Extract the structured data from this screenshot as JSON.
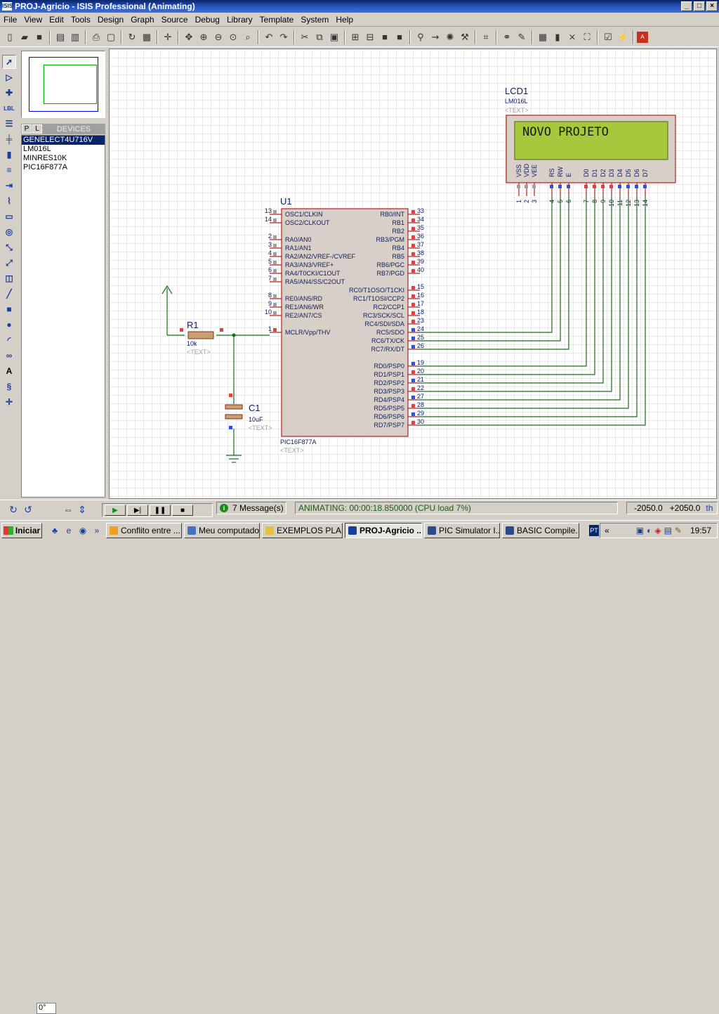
{
  "window": {
    "title": "PROJ-Agricio - ISIS Professional (Animating)",
    "icon_label": "ISIS"
  },
  "menu": [
    "File",
    "View",
    "Edit",
    "Tools",
    "Design",
    "Graph",
    "Source",
    "Debug",
    "Library",
    "Template",
    "System",
    "Help"
  ],
  "device_panel": {
    "tabs": [
      "P",
      "L"
    ],
    "title": "DEVICES",
    "items": [
      "GENELECT4U716V",
      "LM016L",
      "MINRES10K",
      "PIC16F877A"
    ],
    "selected_index": 0
  },
  "schematic": {
    "lcd": {
      "ref": "LCD1",
      "part": "LM016L",
      "text_tag": "<TEXT>",
      "display_text": "NOVO PROJETO",
      "pin_names": [
        "VSS",
        "VDD",
        "VEE",
        "RS",
        "RW",
        "E",
        "D0",
        "D1",
        "D2",
        "D3",
        "D4",
        "D5",
        "D6",
        "D7"
      ],
      "pin_numbers": [
        "1",
        "2",
        "3",
        "4",
        "5",
        "6",
        "7",
        "8",
        "9",
        "10",
        "11",
        "12",
        "13",
        "14"
      ]
    },
    "mcu": {
      "ref": "U1",
      "part": "PIC16F877A",
      "text_tag": "<TEXT>",
      "left_pins": [
        {
          "num": "13",
          "name": "OSC1/CLKIN"
        },
        {
          "num": "14",
          "name": "OSC2/CLKOUT"
        },
        {
          "num": "2",
          "name": "RA0/AN0"
        },
        {
          "num": "3",
          "name": "RA1/AN1"
        },
        {
          "num": "4",
          "name": "RA2/AN2/VREF-/CVREF"
        },
        {
          "num": "5",
          "name": "RA3/AN3/VREF+"
        },
        {
          "num": "6",
          "name": "RA4/T0CKI/C1OUT"
        },
        {
          "num": "7",
          "name": "RA5/AN4/SS/C2OUT"
        },
        {
          "num": "8",
          "name": "RE0/AN5/RD"
        },
        {
          "num": "9",
          "name": "RE1/AN6/WR"
        },
        {
          "num": "10",
          "name": "RE2/AN7/CS"
        },
        {
          "num": "1",
          "name": "MCLR/Vpp/THV"
        }
      ],
      "right_pins": [
        {
          "num": "33",
          "name": "RB0/INT"
        },
        {
          "num": "34",
          "name": "RB1"
        },
        {
          "num": "35",
          "name": "RB2"
        },
        {
          "num": "36",
          "name": "RB3/PGM"
        },
        {
          "num": "37",
          "name": "RB4"
        },
        {
          "num": "38",
          "name": "RB5"
        },
        {
          "num": "39",
          "name": "RB6/PGC"
        },
        {
          "num": "40",
          "name": "RB7/PGD"
        },
        {
          "num": "15",
          "name": "RC0/T1OSO/T1CKI"
        },
        {
          "num": "16",
          "name": "RC1/T1OSI/CCP2"
        },
        {
          "num": "17",
          "name": "RC2/CCP1"
        },
        {
          "num": "18",
          "name": "RC3/SCK/SCL"
        },
        {
          "num": "23",
          "name": "RC4/SDI/SDA"
        },
        {
          "num": "24",
          "name": "RC5/SDO"
        },
        {
          "num": "25",
          "name": "RC6/TX/CK"
        },
        {
          "num": "26",
          "name": "RC7/RX/DT"
        },
        {
          "num": "19",
          "name": "RD0/PSP0"
        },
        {
          "num": "20",
          "name": "RD1/PSP1"
        },
        {
          "num": "21",
          "name": "RD2/PSP2"
        },
        {
          "num": "22",
          "name": "RD3/PSP3"
        },
        {
          "num": "27",
          "name": "RD4/PSP4"
        },
        {
          "num": "28",
          "name": "RD5/PSP5"
        },
        {
          "num": "29",
          "name": "RD6/PSP6"
        },
        {
          "num": "30",
          "name": "RD7/PSP7"
        }
      ]
    },
    "r1": {
      "ref": "R1",
      "value": "10k",
      "text_tag": "<TEXT>"
    },
    "c1": {
      "ref": "C1",
      "value": "10uF",
      "text_tag": "<TEXT>"
    }
  },
  "status": {
    "rotation": "0°",
    "messages": "7 Message(s)",
    "animating": "ANIMATING: 00:00:18.850000 (CPU load 7%)",
    "coords": "-2050.0   +2050.0",
    "coords_unit": "th"
  },
  "taskbar": {
    "start": "Iniciar",
    "tasks": [
      "Conflito entre ...",
      "Meu computador",
      "EXEMPLOS PLA...",
      "PROJ-Agricio ...",
      "PIC Simulator I...",
      "BASIC Compile..."
    ],
    "active_index": 3,
    "lang": "PT",
    "clock": "19:57"
  }
}
